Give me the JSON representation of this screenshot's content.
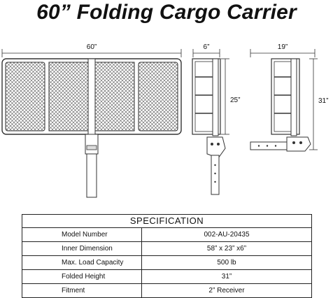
{
  "title": "60” Folding Cargo Carrier",
  "dimensions": {
    "width_label": "60”",
    "depth_label": "6”",
    "side_height_label": "25”",
    "folded_width_label": "19”",
    "folded_height_label": "31”"
  },
  "spec": {
    "header": "SPECIFICATION",
    "rows": [
      {
        "label": "Model Number",
        "value": "002-AU-20435"
      },
      {
        "label": "Inner Dimension",
        "value": "58” x 23” x6”"
      },
      {
        "label": "Max. Load Capacity",
        "value": "500 lb"
      },
      {
        "label": "Folded Height",
        "value": "31”"
      },
      {
        "label": "Fitment",
        "value": "2” Receiver"
      }
    ]
  },
  "colors": {
    "line": "#333333",
    "mesh": "#555555"
  }
}
